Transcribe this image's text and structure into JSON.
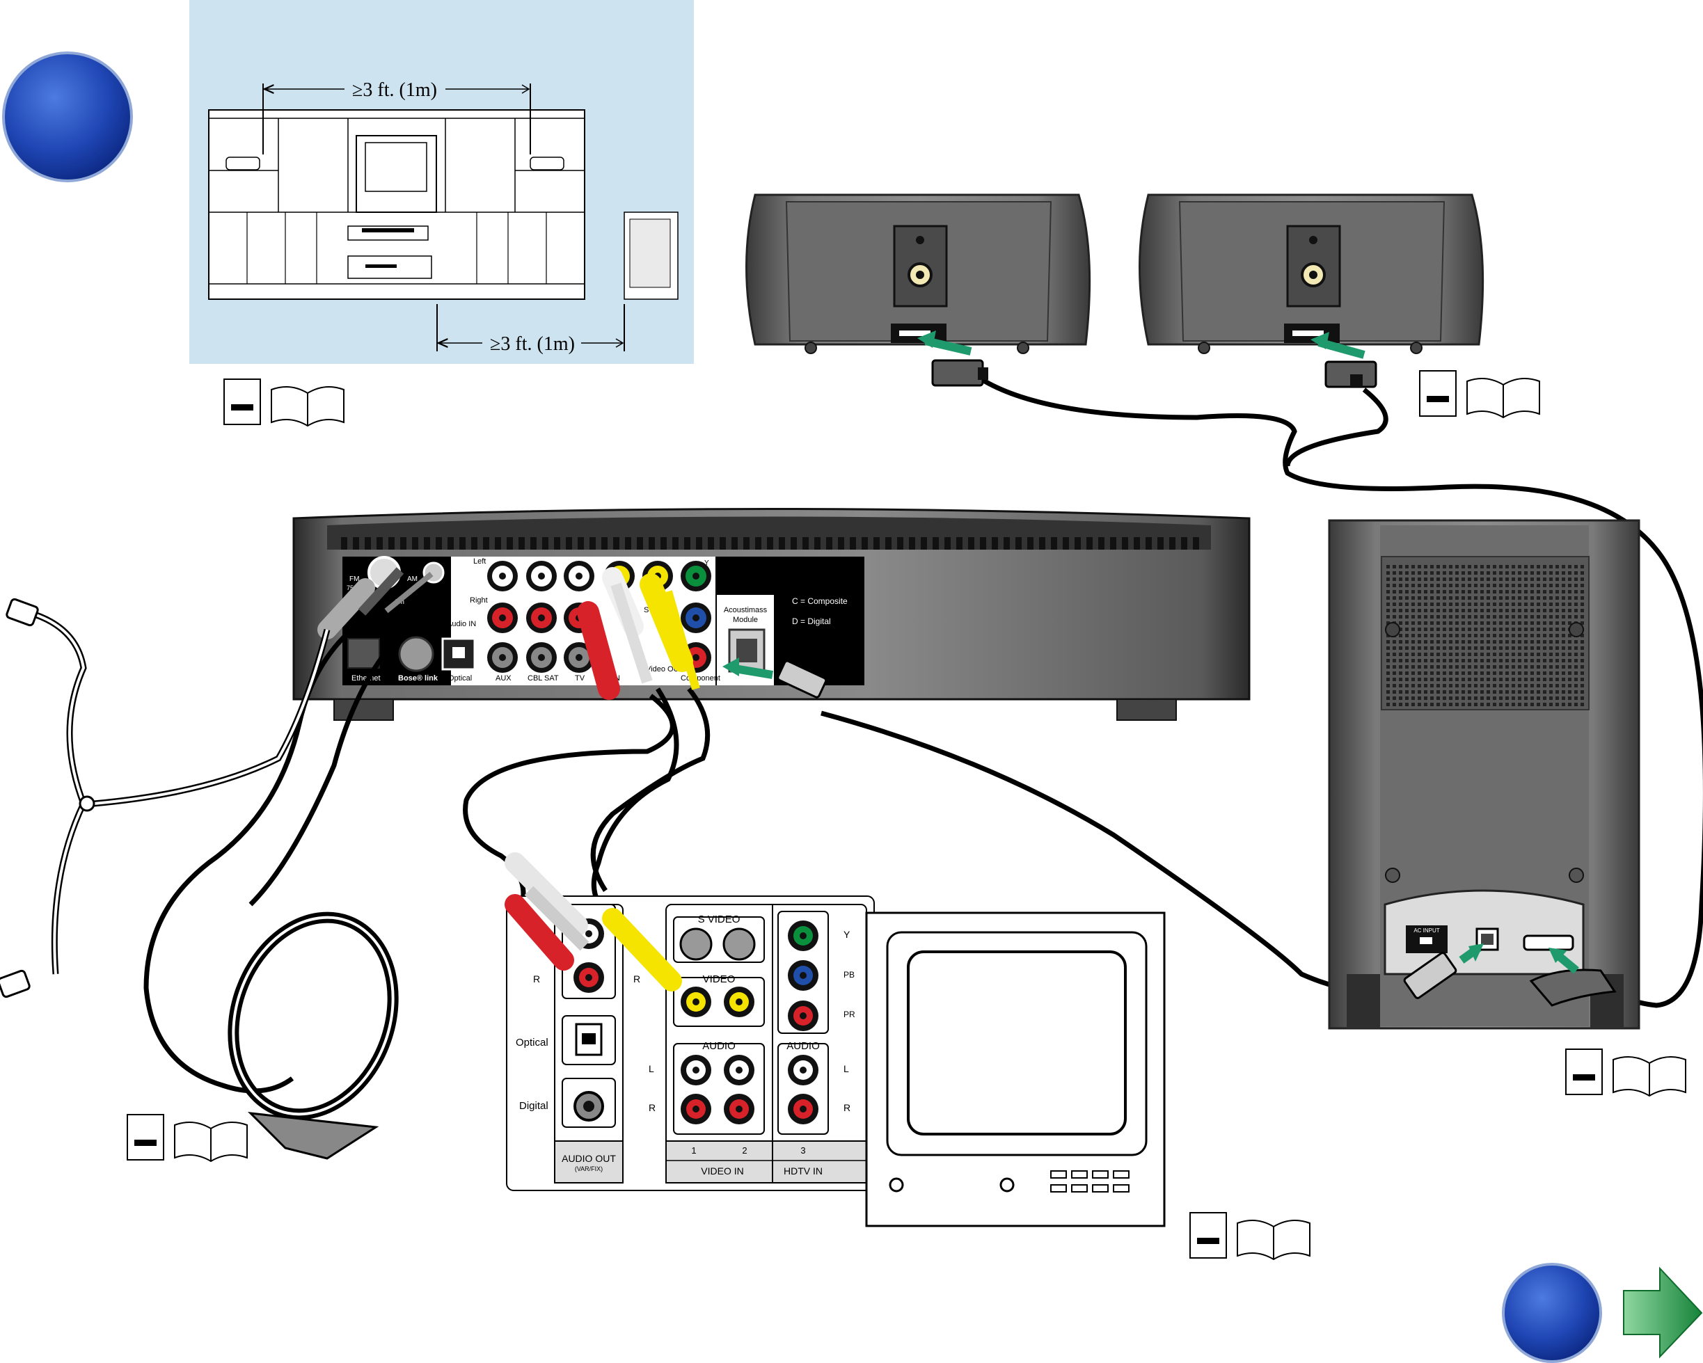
{
  "placement": {
    "speaker_spacing": "≥3 ft. (1m)",
    "module_spacing": "≥3 ft. (1m)"
  },
  "console": {
    "fm_label": "FM",
    "fm_ohm": "75",
    "am_label": "AM",
    "am_sub": "Am",
    "left_label": "Left",
    "right_label": "Right",
    "audio_in_label": "Audio IN",
    "ethernet_label": "Ethernet",
    "bose_link_label": "Bose® link",
    "optical_label": "Optical",
    "aux_label": "AUX",
    "cbl_sat_label": "CBL SAT",
    "tv_label": "TV",
    "in_label": "IN",
    "video_out_label": "Video\nOUT",
    "s_video_label": "S-Video",
    "component_label": "Component",
    "acoustimass_label_1": "Acoustimass",
    "acoustimass_label_2": "Module",
    "legend_composite": "C = Composite",
    "legend_digital": "D = Digital",
    "y_label": "Y"
  },
  "tv_panel": {
    "s_video": "S VIDEO",
    "video": "VIDEO",
    "audio_left": "AUDIO",
    "audio_right": "AUDIO",
    "y": "Y",
    "pb": "PB",
    "pr": "PR",
    "l_left": "L",
    "r_left": "R",
    "l_right": "L",
    "r_right": "R",
    "r_out_left": "R",
    "r_out_right": "R",
    "optical": "Optical",
    "digital": "Digital",
    "audio_out": "AUDIO OUT",
    "audio_out_sub": "(VAR/FIX)",
    "col1": "1",
    "col2": "2",
    "col3": "3",
    "video_in": "VIDEO IN",
    "hdtv_in": "HDTV IN"
  },
  "bass_module": {
    "ac_input": "AC INPUT"
  },
  "colors": {
    "panel_blue": "#cde3f0",
    "cable_green": "#1f9a6d",
    "plug_red": "#d8222a",
    "plug_yellow": "#f5e400",
    "plug_green": "#0a8f3c",
    "plug_blue": "#1f4fa8",
    "step_circle": "#2247b8",
    "next_arrow": "#2ea44f"
  }
}
